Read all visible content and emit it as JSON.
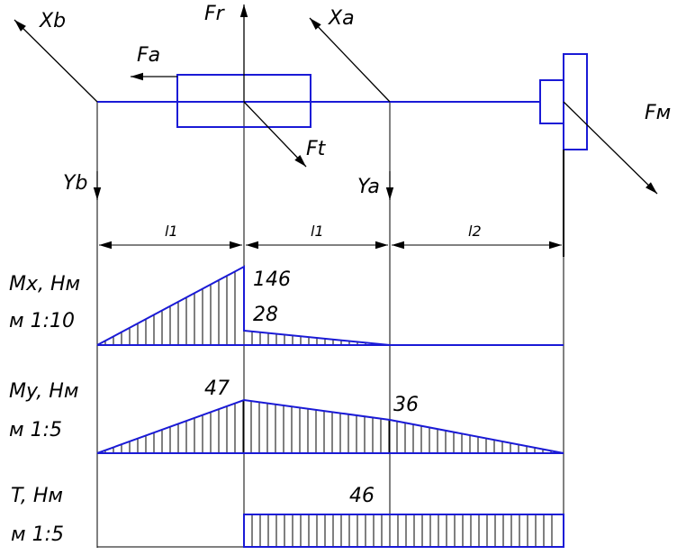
{
  "colors": {
    "ink": "#000000",
    "structure": "#1a1ad6"
  },
  "forces": {
    "xb": "Xb",
    "fr": "Fr",
    "xa": "Xa",
    "fa": "Fa",
    "ft": "Ft",
    "fm": "Fм",
    "yb": "Yb",
    "ya": "Ya"
  },
  "dimensions": {
    "span_1": "l1",
    "span_2": "l1",
    "span_3": "l2"
  },
  "diagrams": {
    "mx": {
      "title": "Mx, Нм",
      "scale": "м 1:10",
      "value_peak": "146",
      "value_step": "28"
    },
    "my": {
      "title": "My, Нм",
      "scale": "м 1:5",
      "value_peak": "47",
      "value_support": "36"
    },
    "t": {
      "title": "T, Нм",
      "scale": "м 1:5",
      "value": "46"
    }
  }
}
